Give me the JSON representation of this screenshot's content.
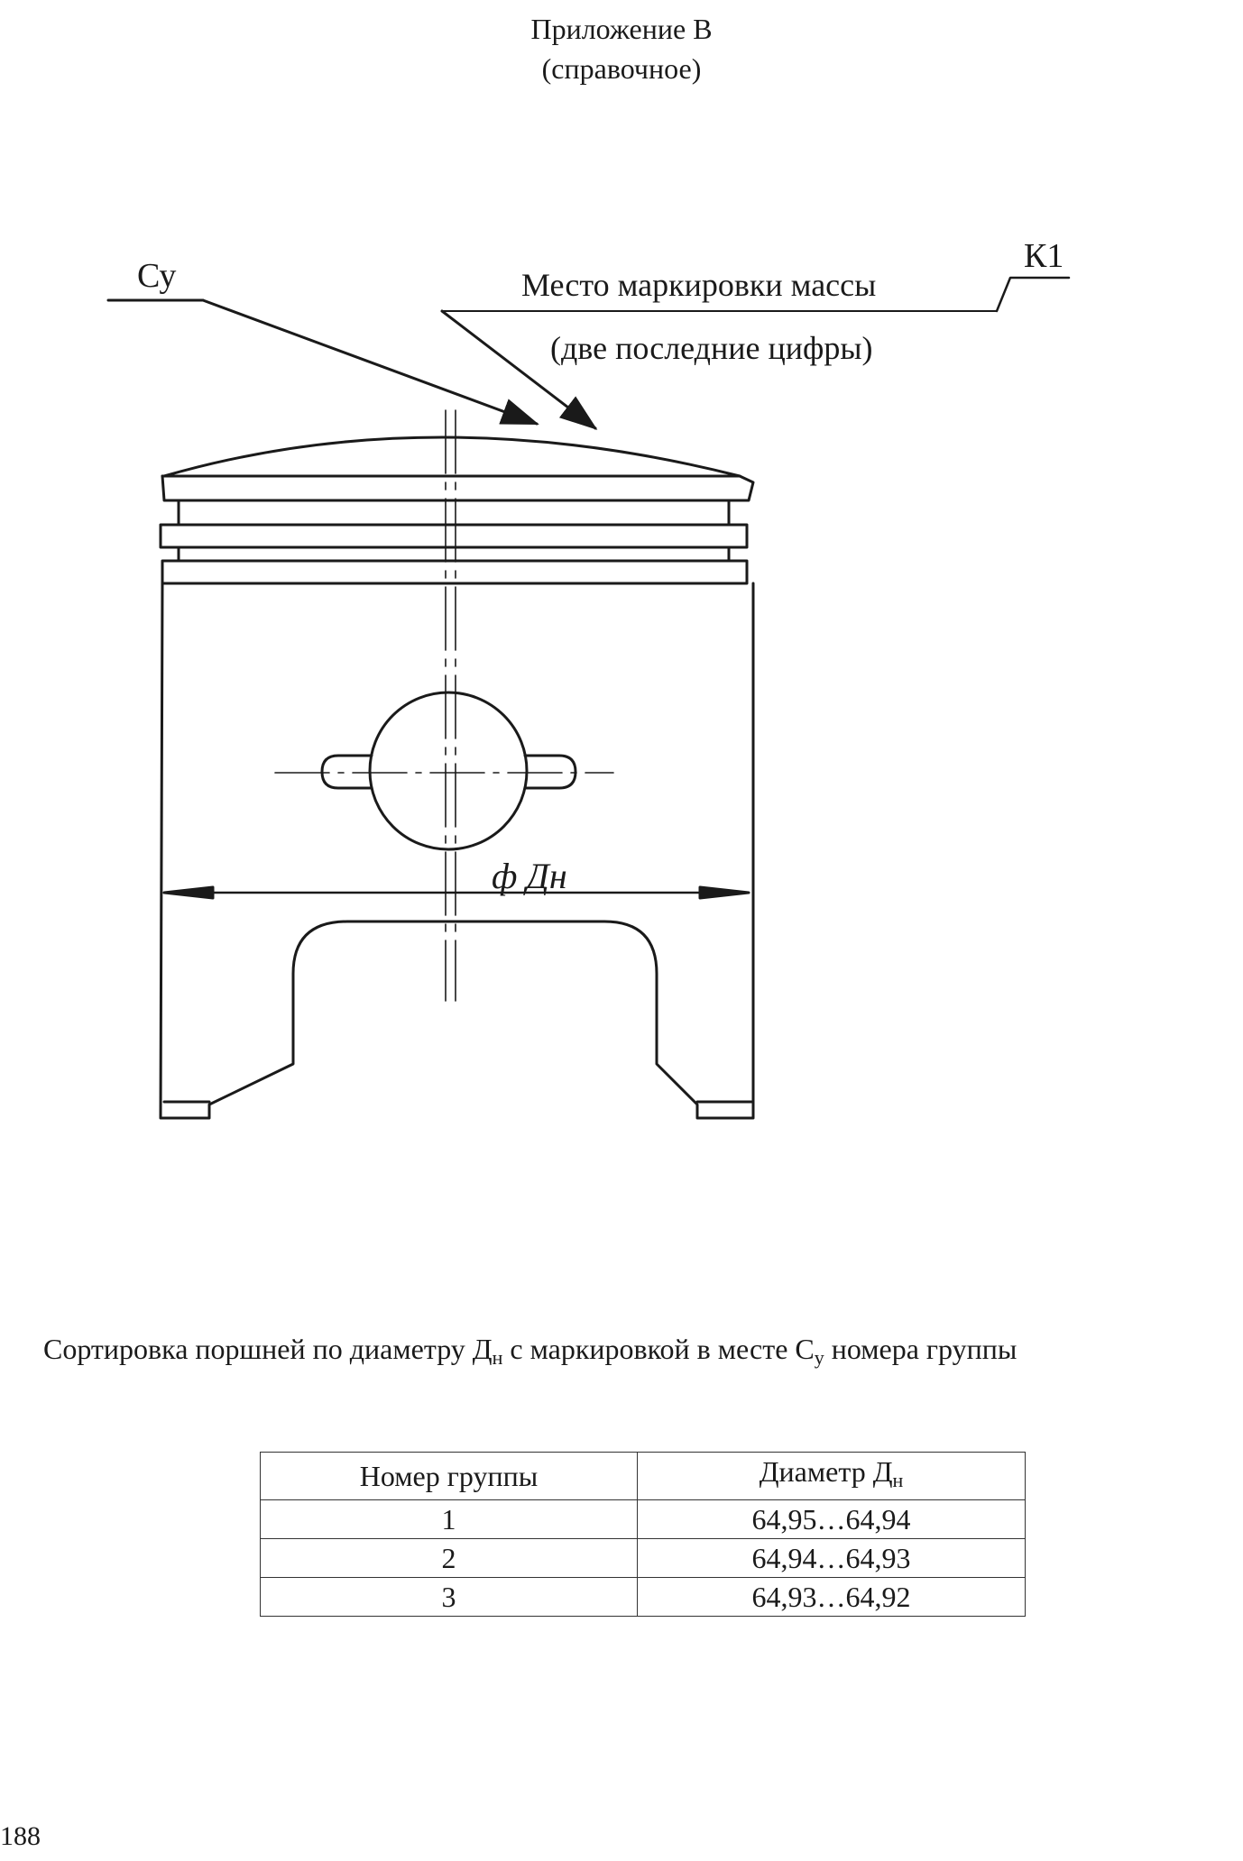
{
  "appendix": {
    "title": "Приложение В",
    "subtitle": "(справочное)"
  },
  "drawing": {
    "label_cy": "Су",
    "label_mass_place": "Место маркировки массы",
    "label_mass_digits": "(две последние цифры)",
    "label_k1": "К1",
    "label_diameter": "ф Дн"
  },
  "caption": {
    "text_a": "Сортировка поршней по диаметру Д",
    "sub_a": "н",
    "text_b": " с маркировкой в месте С",
    "sub_b": "у",
    "text_c": " номера группы"
  },
  "table": {
    "header": {
      "group": "Номер группы",
      "diameter": "Диаметр Д",
      "diameter_sub": "н"
    },
    "rows": [
      {
        "group": "1",
        "diameter": "64,95…64,94"
      },
      {
        "group": "2",
        "diameter": "64,94…64,93"
      },
      {
        "group": "3",
        "diameter": "64,93…64,92"
      }
    ]
  },
  "page_number": "188"
}
